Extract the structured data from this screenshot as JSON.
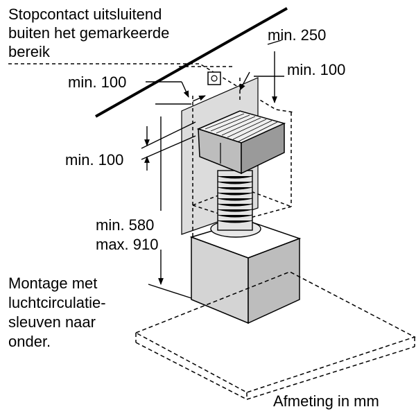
{
  "labels": {
    "socket": [
      "Stopcontact uitsluitend",
      "buiten het gemarkeerde",
      "bereik"
    ],
    "min250": "min. 250",
    "min100_left": "min. 100",
    "min100_right": "min. 100",
    "min100_mid": "min. 100",
    "height_min": "min. 580",
    "height_max": "max. 910",
    "mounting": [
      "Montage met",
      "luchtcirculatie-",
      "sleuven naar",
      "onder."
    ],
    "units": "Afmeting in mm"
  },
  "colors": {
    "line": "#000000",
    "panel": "#dcdcdc",
    "box_shade": "#bdbdbd",
    "filter_shade": "#9a9a9a",
    "white": "#ffffff"
  }
}
